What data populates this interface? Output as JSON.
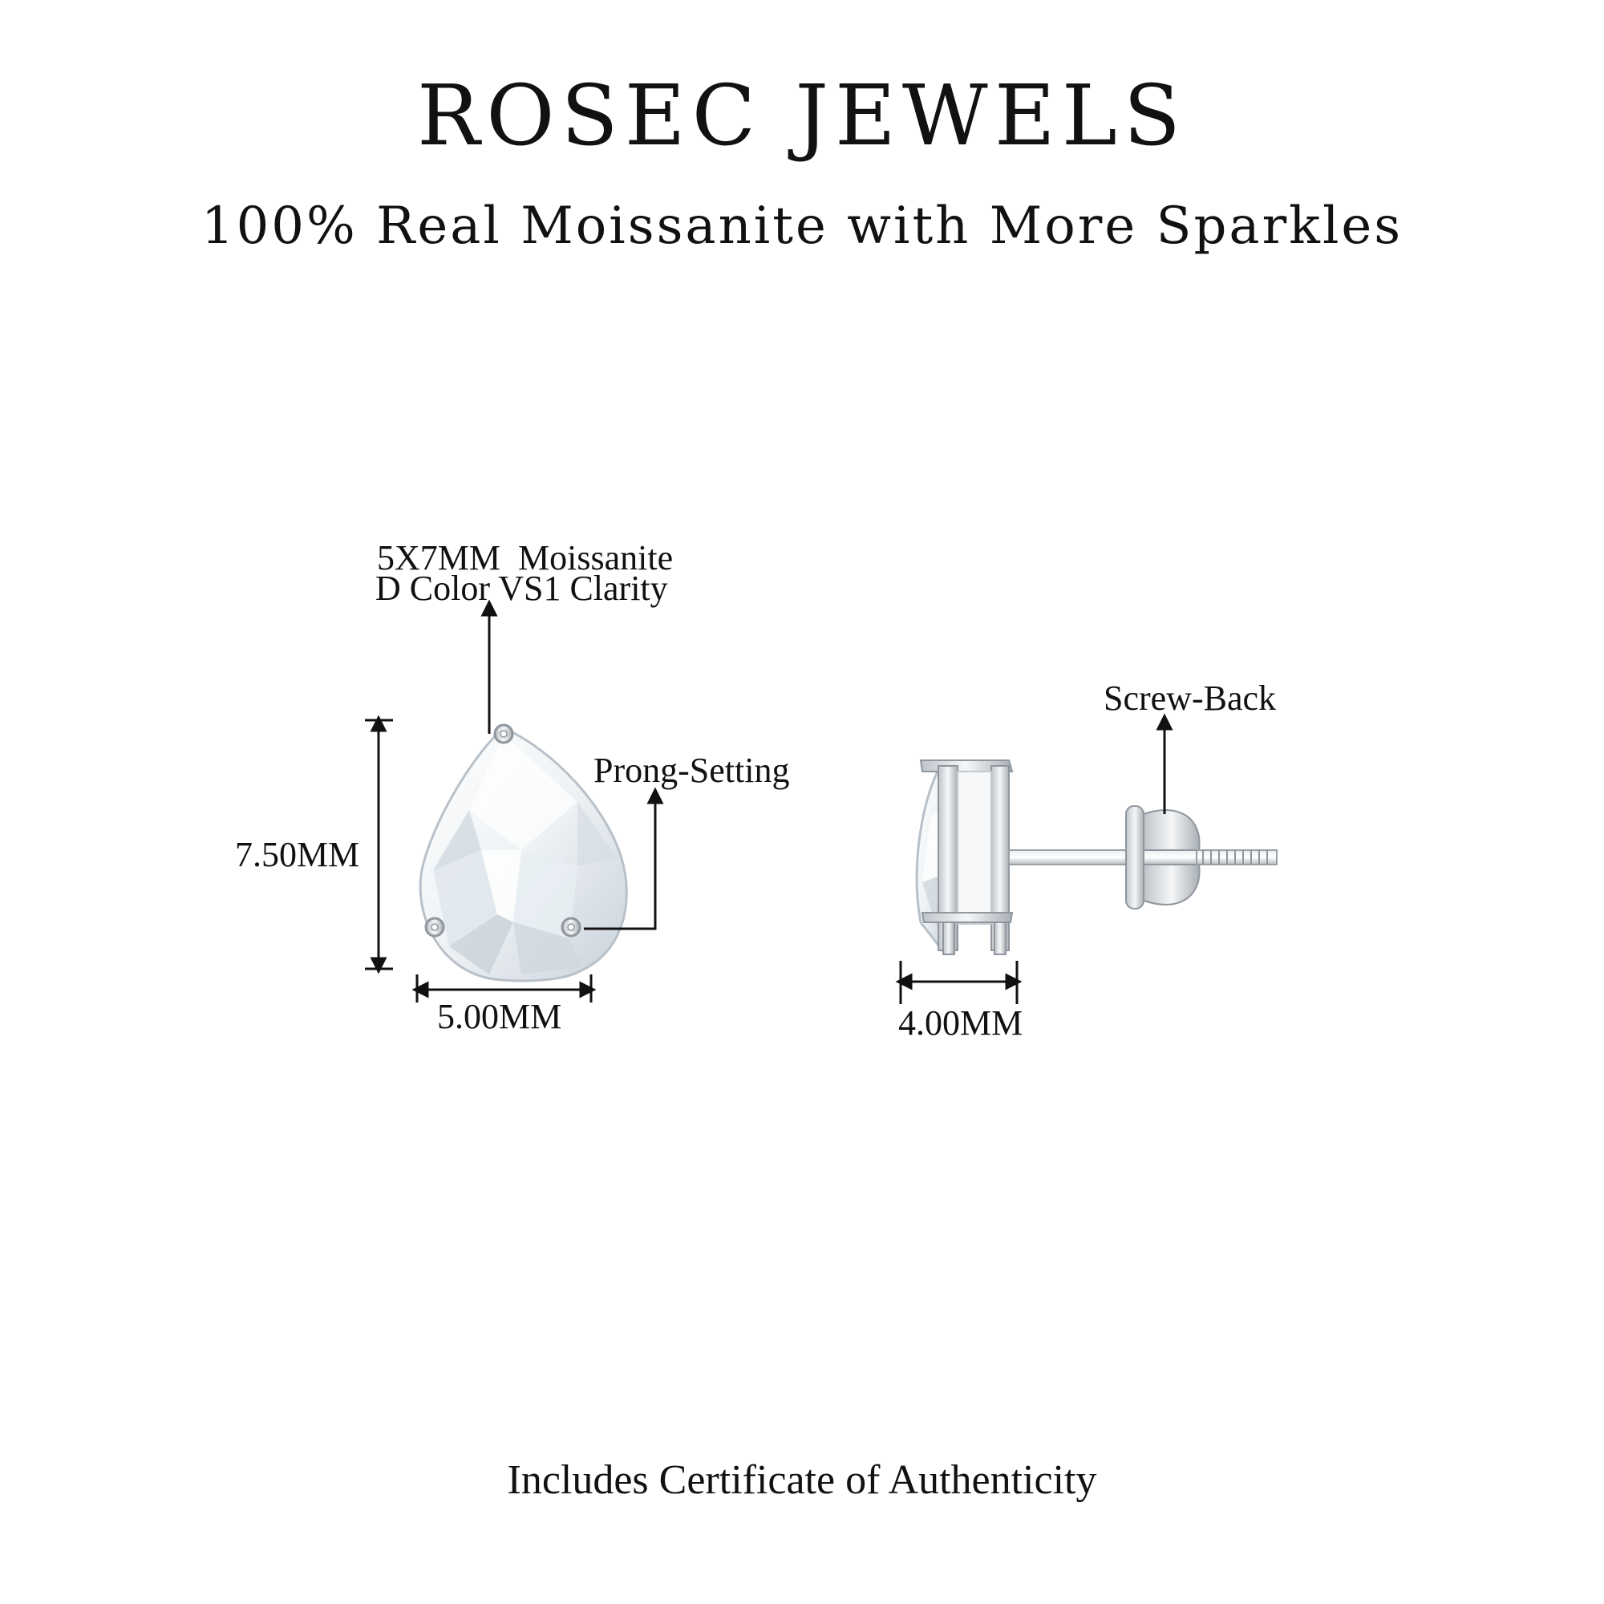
{
  "header": {
    "brand": "ROSEC JEWELS",
    "tagline": "100% Real Moissanite with More Sparkles"
  },
  "front_view": {
    "stone_spec_line1": "5X7MM  Moissanite",
    "stone_spec_line2": "D Color VS1 Clarity",
    "height_label": "7.50MM",
    "width_label": "5.00MM",
    "prong_label": "Prong-Setting"
  },
  "side_view": {
    "screw_back_label": "Screw-Back",
    "depth_label": "4.00MM"
  },
  "footer": {
    "certificate": "Includes Certificate of Authenticity"
  },
  "colors": {
    "text": "#111111",
    "metal": "#d9dcdf",
    "metal_dark": "#9aa0a6",
    "stone_light": "#f4f7fa",
    "stone_shadow": "#c7d0d8"
  }
}
